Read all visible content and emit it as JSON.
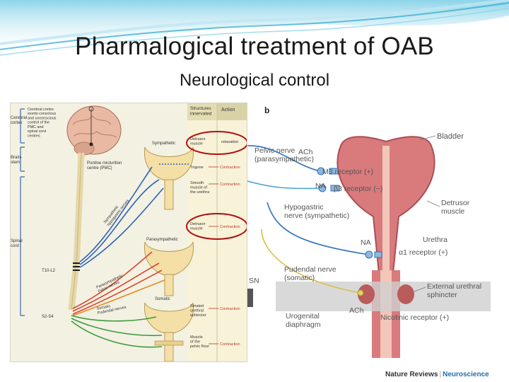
{
  "slide": {
    "title": "Pharmalogical treatment of OAB",
    "subtitle": "Neurological control"
  },
  "left_panel": {
    "header_structures": "Structures innervated",
    "header_action": "Action",
    "cortex_note": [
      "Cerebral cortex",
      "exerts conscious",
      "and unconscious",
      "control of the",
      "PMC and",
      "spinal cord",
      "centres"
    ],
    "level_cerebral_cortex": [
      "Cerebral",
      "cortex"
    ],
    "level_brainstem": [
      "Brain-",
      "stem"
    ],
    "level_spinal_cord": [
      "Spinal",
      "cord"
    ],
    "pmc_label": [
      "Pontine micturition",
      "centre (PMC)"
    ],
    "sympathetic_label": "Sympathetic",
    "parasympathetic_label": "Parasympathetic",
    "somatic_label": "Somatic",
    "sympathetic_nerves": [
      "Sympathetic",
      "hypogastric nerves"
    ],
    "parasympathetic_nerves": [
      "Parasympathetic",
      "Pelvic nerves"
    ],
    "somatic_nerves": [
      "Somatic",
      "Pudendal nerves"
    ],
    "t10_l2": "T10-L2",
    "s2_s4": "S2-S4",
    "rows": [
      {
        "structure": [
          "Detrusor",
          "muscle"
        ],
        "action": "relaxation"
      },
      {
        "structure": [
          "Trigone"
        ],
        "action": "Contraction"
      },
      {
        "structure": [
          "Smooth",
          "muscle of",
          "the urethra"
        ],
        "action": "Contraction"
      },
      {
        "structure": [
          "Detrusor",
          "muscle"
        ],
        "action": "Contraction"
      },
      {
        "structure": [
          "Striated",
          "urethral",
          "sphincter"
        ],
        "action": "Contraction"
      },
      {
        "structure": [
          "Muscle",
          "of the",
          "pelvic floor"
        ],
        "action": "Contraction"
      }
    ]
  },
  "right_panel": {
    "panel_letter": "b",
    "bladder": "Bladder",
    "pelvic_nerve": [
      "Pelvic nerve",
      "(parasympathetic)"
    ],
    "ach_top": "ACh",
    "m3": "M3 receptor (+)",
    "na_top": "NA",
    "b3": "β3 receptor (−)",
    "hypogastric": [
      "Hypogastric",
      "nerve (sympathetic)"
    ],
    "detrusor": [
      "Detrusor",
      "muscle"
    ],
    "na_mid": "NA",
    "urethra": "Urethra",
    "alpha1": "α1 receptor (+)",
    "pudendal": [
      "Pudendal nerve",
      "(somatic)"
    ],
    "sn": "SN",
    "external_sphincter": [
      "External urethral",
      "sphincter"
    ],
    "ach_bottom": "ACh",
    "nicotinic": "Nicotinic receptor (+)",
    "urogenital": [
      "Urogenital",
      "diaphragm"
    ]
  },
  "credit": {
    "brand": "Nature Reviews",
    "separator": "|",
    "journal": "Neuroscience"
  },
  "colors": {
    "sympathetic_blue": "#2f62b8",
    "parasympathetic_red": "#d9452c",
    "somatic_green": "#3c9b3f",
    "bladder_fill": "#dd7c7e",
    "highlight_ring": "#b01010",
    "banner_teal": "#37b6d6"
  }
}
